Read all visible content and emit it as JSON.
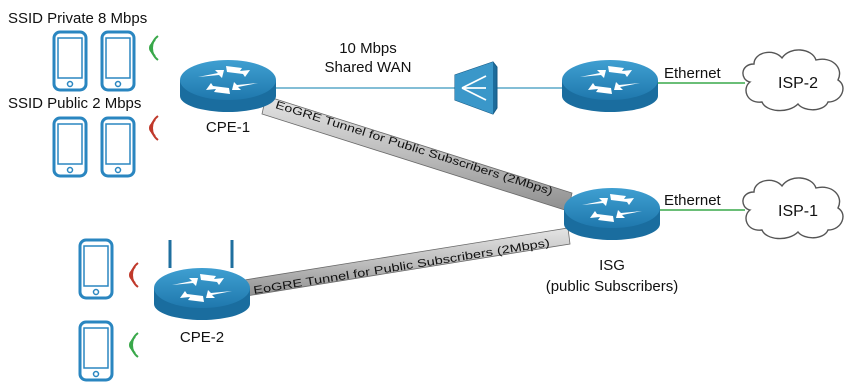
{
  "ssid_private": "SSID Private 8 Mbps",
  "ssid_public": "SSID Public 2 Mbps",
  "wan_label_line1": "10 Mbps",
  "wan_label_line2": "Shared WAN",
  "cpe1_label": "CPE-1",
  "cpe2_label": "CPE-2",
  "isg_label_line1": "ISG",
  "isg_label_line2": "(public Subscribers)",
  "ethernet_top": "Ethernet",
  "ethernet_bottom": "Ethernet",
  "isp2_label": "ISP-2",
  "isp1_label": "ISP-1",
  "tunnel1_label": "EoGRE Tunnel for Public Subscribers (2Mbps)",
  "tunnel2_label": "EoGRE Tunnel for Public Subscribers (2Mbps)",
  "colors": {
    "router_top": "#2f8fc4",
    "router_side": "#1f6f9f",
    "link": "#5aa9c9",
    "tunnel_fill": "#c9c9c9",
    "wifi_green": "#39a84a",
    "wifi_red": "#c0392b",
    "device_blue": "#2a86c0"
  },
  "icons": [
    "router-icon",
    "smartphone-icon",
    "wifi-signal-icon",
    "firewall-icon",
    "cloud-icon"
  ]
}
